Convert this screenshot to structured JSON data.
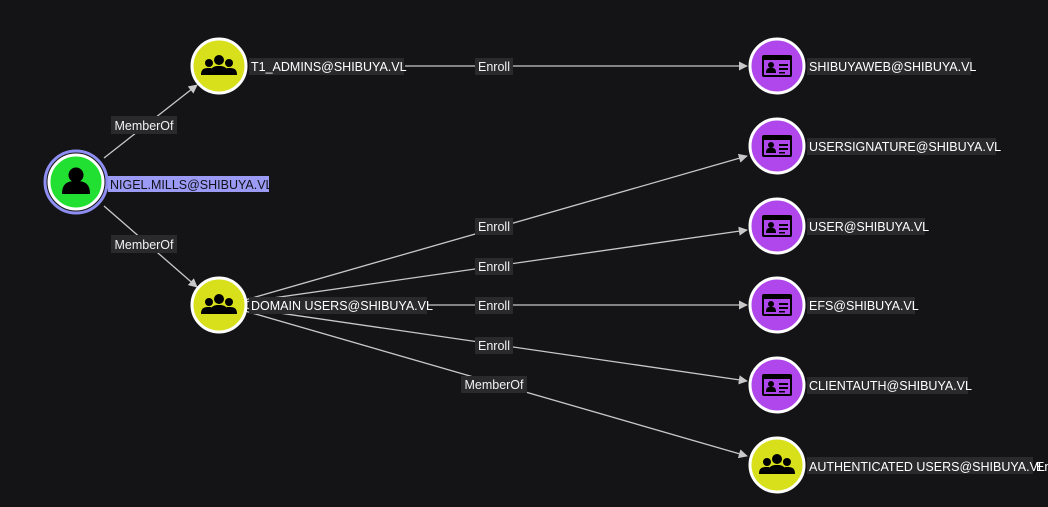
{
  "colors": {
    "background": "#141416",
    "user_node": "#22e032",
    "group_node": "#d8e01b",
    "template_node": "#b047ec",
    "node_ring": "#ffffff",
    "selected_ring": "#8e8ef2",
    "selected_label_bg": "#9b9bf5",
    "edge": "#c8c8c8"
  },
  "nodes": {
    "nigel": {
      "label": "NIGEL.MILLS@SHIBUYA.VL",
      "kind": "user",
      "icon": "user-icon",
      "selected": true
    },
    "t1admins": {
      "label": "T1_ADMINS@SHIBUYA.VL",
      "kind": "group",
      "icon": "group-icon"
    },
    "domainusers": {
      "label": "DOMAIN USERS@SHIBUYA.VL",
      "kind": "group",
      "icon": "group-icon"
    },
    "shibuyaweb": {
      "label": "SHIBUYAWEB@SHIBUYA.VL",
      "kind": "template",
      "icon": "cert-template-icon"
    },
    "usersignature": {
      "label": "USERSIGNATURE@SHIBUYA.VL",
      "kind": "template",
      "icon": "cert-template-icon"
    },
    "user": {
      "label": "USER@SHIBUYA.VL",
      "kind": "template",
      "icon": "cert-template-icon"
    },
    "efs": {
      "label": "EFS@SHIBUYA.VL",
      "kind": "template",
      "icon": "cert-template-icon"
    },
    "clientauth": {
      "label": "CLIENTAUTH@SHIBUYA.VL",
      "kind": "template",
      "icon": "cert-template-icon"
    },
    "authusers": {
      "label": "AUTHENTICATED USERS@SHIBUYA.VL",
      "kind": "group",
      "icon": "group-icon"
    }
  },
  "edges": {
    "nigel_t1admins": {
      "from": "nigel",
      "to": "t1admins",
      "label": "MemberOf"
    },
    "nigel_domainusers": {
      "from": "nigel",
      "to": "domainusers",
      "label": "MemberOf"
    },
    "t1admins_shibuyaweb": {
      "from": "t1admins",
      "to": "shibuyaweb",
      "label": "Enroll"
    },
    "domainusers_usersignature": {
      "from": "domainusers",
      "to": "usersignature",
      "label": "Enroll"
    },
    "domainusers_user": {
      "from": "domainusers",
      "to": "user",
      "label": "Enroll"
    },
    "domainusers_efs": {
      "from": "domainusers",
      "to": "efs",
      "label": "Enroll"
    },
    "domainusers_clientauth": {
      "from": "domainusers",
      "to": "clientauth",
      "label": "Enroll"
    },
    "domainusers_authusers": {
      "from": "domainusers",
      "to": "authusers",
      "label": "MemberOf"
    }
  },
  "overflow_label": "En"
}
